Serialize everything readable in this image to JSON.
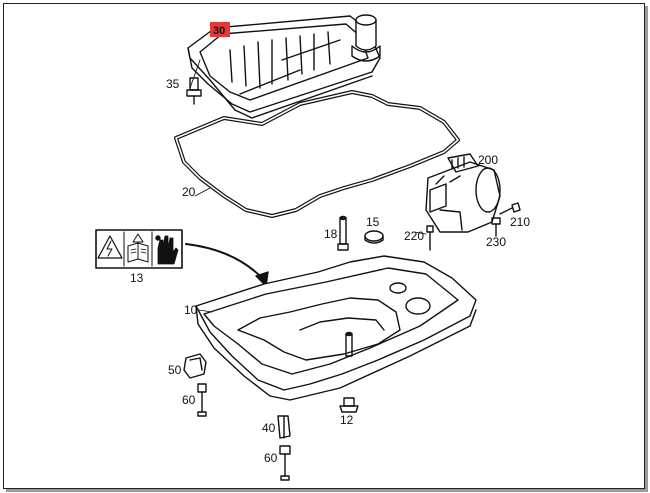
{
  "parts": {
    "p30": "30",
    "p35": "35",
    "p20": "20",
    "p200": "200",
    "p210": "210",
    "p220": "220",
    "p230": "230",
    "p15": "15",
    "p18": "18",
    "p13": "13",
    "p10": "10",
    "p50": "50",
    "p60a": "60",
    "p12": "12",
    "p40": "40",
    "p60b": "60"
  },
  "highlight": {
    "part": "30",
    "color": "#e23a3a"
  },
  "icons": [
    "warning-electrical-icon",
    "manual-book-icon",
    "glove-hand-icon"
  ]
}
